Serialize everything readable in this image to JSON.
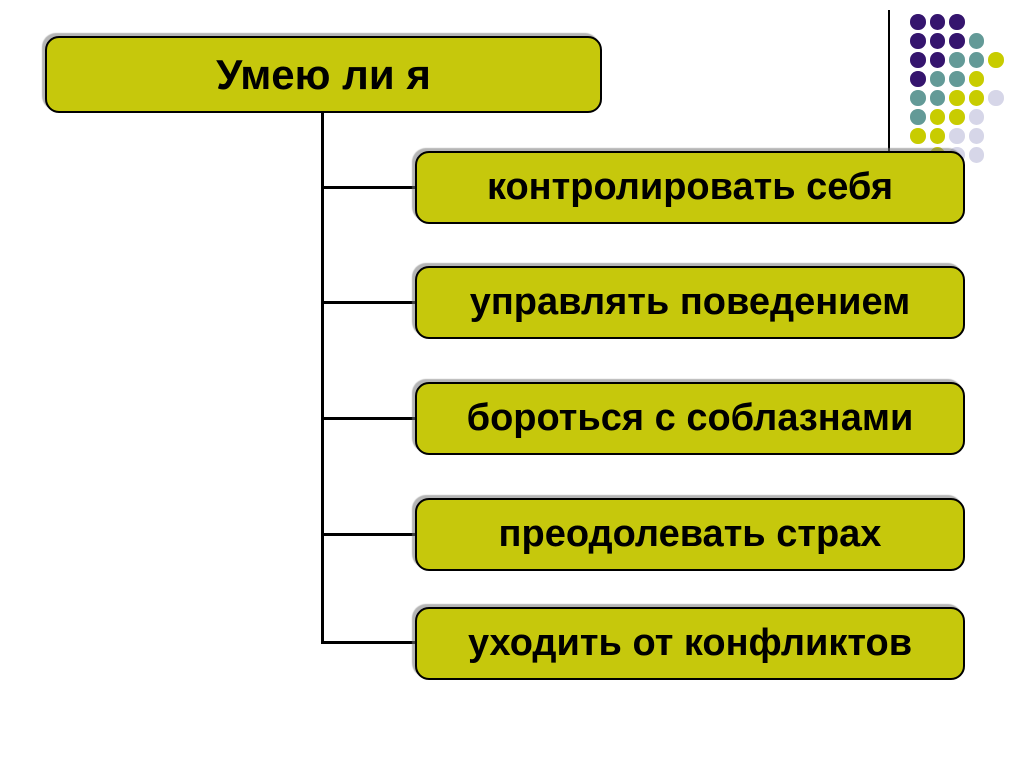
{
  "slide": {
    "title": "Умею ли я",
    "children": [
      {
        "label": "контролировать себя"
      },
      {
        "label": "управлять поведением"
      },
      {
        "label": "бороться с соблазнами"
      },
      {
        "label": "преодолевать страх"
      },
      {
        "label": "уходить от конфликтов"
      }
    ]
  },
  "colors": {
    "box_fill": "#c6c80c",
    "box_border": "#000000",
    "connector": "#000000",
    "dot_purple": "#35156e",
    "dot_teal": "#639a97",
    "dot_yellow": "#c8cc00",
    "dot_lavender": "#d6d6e8"
  },
  "decoration": {
    "dot_rows": [
      [
        "purple",
        "purple",
        "purple",
        null,
        null
      ],
      [
        "purple",
        "purple",
        "purple",
        "teal",
        null
      ],
      [
        "purple",
        "purple",
        "teal",
        "teal",
        "yellow"
      ],
      [
        "purple",
        "teal",
        "teal",
        "yellow",
        null
      ],
      [
        "teal",
        "teal",
        "yellow",
        "yellow",
        "lavender"
      ],
      [
        "teal",
        "yellow",
        "yellow",
        "lavender",
        null
      ],
      [
        "yellow",
        "yellow",
        "lavender",
        "lavender",
        null
      ],
      [
        null,
        "yellow",
        "lavender",
        "lavender",
        null
      ]
    ]
  }
}
